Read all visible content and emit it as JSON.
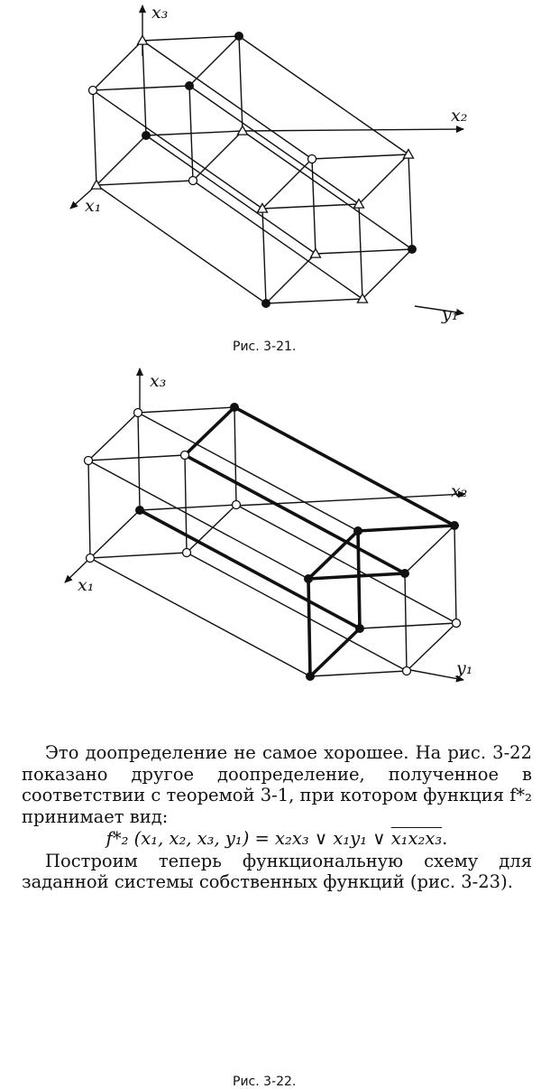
{
  "figure1": {
    "caption": "Рис. 3-21.",
    "axes": {
      "x3": "x₃",
      "x2": "x₂",
      "x1": "x₁",
      "y1": "y₁"
    }
  },
  "figure2": {
    "caption": "Рис. 3-22.",
    "axes": {
      "x3": "x₃",
      "x2": "x₂",
      "x1": "x₁",
      "y1": "y₁"
    }
  },
  "text": {
    "paragraph1": "Это доопределение не самое хорошее. На рис. 3-22 показано другое доопределение, полученное в соответствии с теоремой 3-1, при котором функция f*₂ принимает вид:",
    "formula_lhs": "f*₂ (x₁,  x₂,  x₃,  y₁) = x₂x₃ ∨ x₁y₁ ∨ ",
    "formula_neg": "x₁x₂x₃",
    "formula_end": ".",
    "paragraph2": "Построим теперь функциональную схему для заданной системы собственных функций (рис. 3-23)."
  }
}
